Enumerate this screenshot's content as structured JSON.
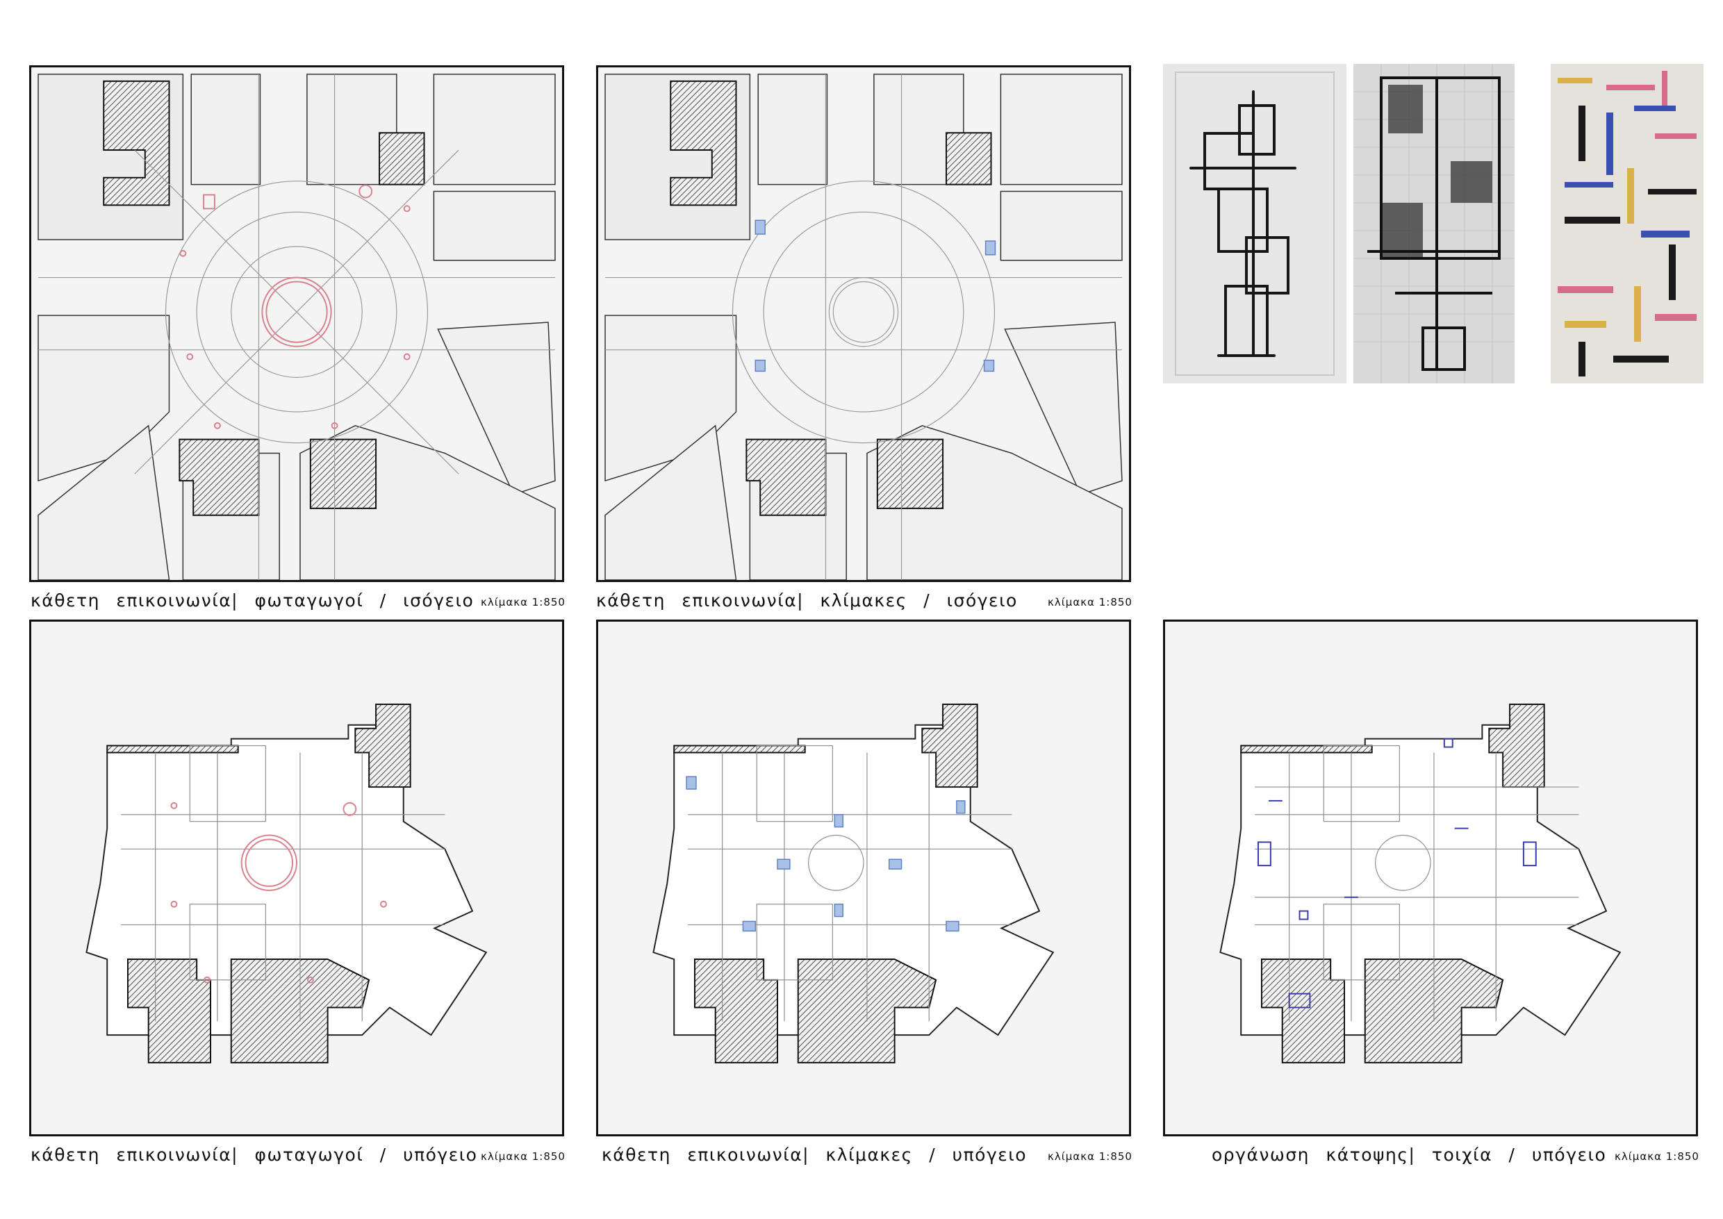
{
  "panels": [
    {
      "id": "ground-lightwells",
      "caption": "κάθετη επικοινωνία| φωταγωγοί / ισόγειο",
      "scale": "κλίμακα 1:850",
      "overlay": "lightwells",
      "accent": "#d9828f"
    },
    {
      "id": "ground-stairs",
      "caption": "κάθετη επικοινωνία| κλίμακες / ισόγειο",
      "scale": "κλίμακα 1:850",
      "overlay": "stairs",
      "accent": "#7f9ed6"
    },
    {
      "id": "basement-lightwells",
      "caption": "κάθετη επικοινωνία| φωταγωγοί / υπόγειο",
      "scale": "κλίμακα 1:850",
      "overlay": "lightwells",
      "accent": "#d9828f"
    },
    {
      "id": "basement-stairs",
      "caption": "κάθετη επικοινωνία| κλίμακες / υπόγειο",
      "scale": "κλίμακα 1:850",
      "overlay": "stairs",
      "accent": "#7f9ed6"
    },
    {
      "id": "basement-walls",
      "caption": "οργάνωση κάτοψης| τοιχία / υπόγειο",
      "scale": "κλίμακα 1:850",
      "overlay": "walls",
      "accent": "#3b3ba8"
    }
  ],
  "references": [
    {
      "id": "sketch-1",
      "style": "pencil"
    },
    {
      "id": "sketch-2",
      "style": "grid-drawing"
    },
    {
      "id": "painting",
      "style": "color-bars",
      "colors": [
        "#d76b8a",
        "#d9b04a",
        "#3b4fb0",
        "#1a1a1a"
      ]
    }
  ]
}
